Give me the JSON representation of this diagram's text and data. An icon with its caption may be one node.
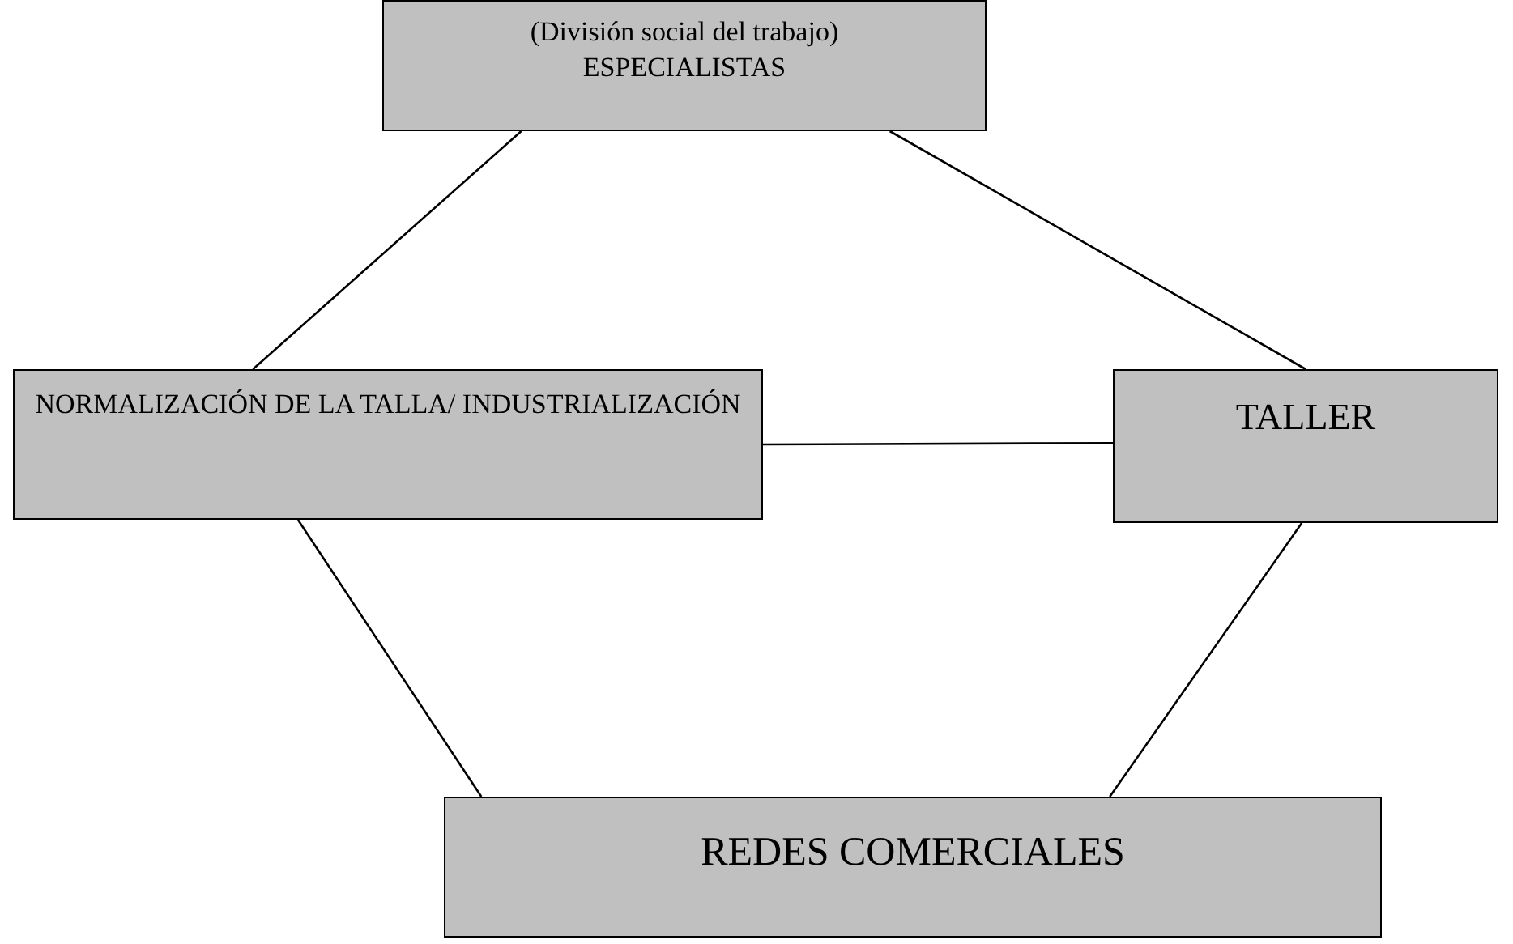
{
  "diagram": {
    "nodes": [
      {
        "text": [
          "(División social del trabajo)",
          "ESPECIALISTAS"
        ]
      },
      {
        "text": [
          "NORMALIZACIÓN DE LA TALLA/ INDUSTRIALIZACIÓN"
        ]
      },
      {
        "text": [
          "TALLER"
        ]
      },
      {
        "text": [
          "REDES COMERCIALES"
        ]
      }
    ],
    "edges": [
      {
        "from": 0,
        "to": 1,
        "arrow": "none"
      },
      {
        "from": 0,
        "to": 2,
        "arrow": "none"
      },
      {
        "from": 1,
        "to": 2,
        "arrow": "none"
      },
      {
        "from": 1,
        "to": 3,
        "arrow": "none"
      },
      {
        "from": 2,
        "to": 3,
        "arrow": "none"
      }
    ]
  }
}
